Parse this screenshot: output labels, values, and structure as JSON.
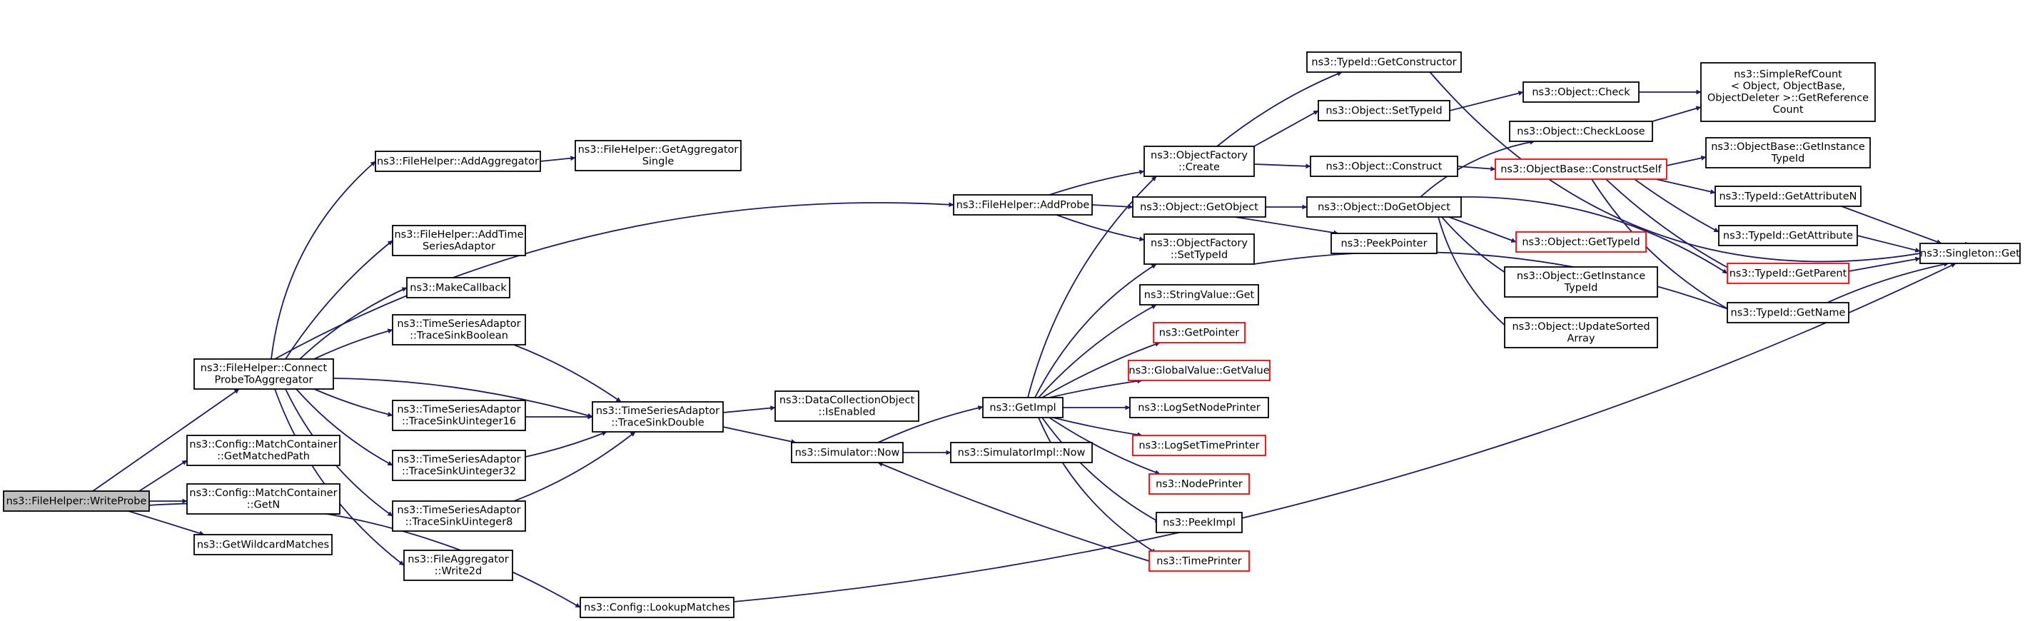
{
  "colors": {
    "edge": "#191970",
    "node_border": "#000000",
    "undocumented_border": "#ff0000",
    "root_fill": "#bfbfbf"
  },
  "nodes": [
    {
      "id": "writeprobe",
      "lines": [
        "ns3::FileHelper::WriteProbe"
      ],
      "style": "root"
    },
    {
      "id": "connectprobe",
      "lines": [
        "ns3::FileHelper::Connect",
        "ProbeToAggregator"
      ],
      "style": "normal"
    },
    {
      "id": "getmatchedpath",
      "lines": [
        "ns3::Config::MatchContainer",
        "::GetMatchedPath"
      ],
      "style": "normal"
    },
    {
      "id": "getn",
      "lines": [
        "ns3::Config::MatchContainer",
        "::GetN"
      ],
      "style": "normal"
    },
    {
      "id": "getwildcard",
      "lines": [
        "ns3::GetWildcardMatches"
      ],
      "style": "normal"
    },
    {
      "id": "lookupmatches",
      "lines": [
        "ns3::Config::LookupMatches"
      ],
      "style": "normal"
    },
    {
      "id": "addaggregator",
      "lines": [
        "ns3::FileHelper::AddAggregator"
      ],
      "style": "normal"
    },
    {
      "id": "getaggsingle",
      "lines": [
        "ns3::FileHelper::GetAggregator",
        "Single"
      ],
      "style": "normal"
    },
    {
      "id": "addtsadaptor",
      "lines": [
        "ns3::FileHelper::AddTime",
        "SeriesAdaptor"
      ],
      "style": "normal"
    },
    {
      "id": "makecallback",
      "lines": [
        "ns3::MakeCallback"
      ],
      "style": "normal"
    },
    {
      "id": "tsboolean",
      "lines": [
        "ns3::TimeSeriesAdaptor",
        "::TraceSinkBoolean"
      ],
      "style": "normal"
    },
    {
      "id": "tsu16",
      "lines": [
        "ns3::TimeSeriesAdaptor",
        "::TraceSinkUinteger16"
      ],
      "style": "normal"
    },
    {
      "id": "tsu32",
      "lines": [
        "ns3::TimeSeriesAdaptor",
        "::TraceSinkUinteger32"
      ],
      "style": "normal"
    },
    {
      "id": "tsu8",
      "lines": [
        "ns3::TimeSeriesAdaptor",
        "::TraceSinkUinteger8"
      ],
      "style": "normal"
    },
    {
      "id": "write2d",
      "lines": [
        "ns3::FileAggregator",
        "::Write2d"
      ],
      "style": "normal"
    },
    {
      "id": "tsdouble",
      "lines": [
        "ns3::TimeSeriesAdaptor",
        "::TraceSinkDouble"
      ],
      "style": "normal"
    },
    {
      "id": "isenabled",
      "lines": [
        "ns3::DataCollectionObject",
        "::IsEnabled"
      ],
      "style": "normal"
    },
    {
      "id": "simnow",
      "lines": [
        "ns3::Simulator::Now"
      ],
      "style": "normal"
    },
    {
      "id": "addprobe",
      "lines": [
        "ns3::FileHelper::AddProbe"
      ],
      "style": "normal"
    },
    {
      "id": "getimpl",
      "lines": [
        "ns3::GetImpl"
      ],
      "style": "normal"
    },
    {
      "id": "simimplnow",
      "lines": [
        "ns3::SimulatorImpl::Now"
      ],
      "style": "normal"
    },
    {
      "id": "ofcreate",
      "lines": [
        "ns3::ObjectFactory",
        "::Create"
      ],
      "style": "normal"
    },
    {
      "id": "objgetobject",
      "lines": [
        "ns3::Object::GetObject"
      ],
      "style": "normal"
    },
    {
      "id": "ofsettypeid",
      "lines": [
        "ns3::ObjectFactory",
        "::SetTypeId"
      ],
      "style": "normal"
    },
    {
      "id": "stringvalueget",
      "lines": [
        "ns3::StringValue::Get"
      ],
      "style": "normal"
    },
    {
      "id": "getpointer",
      "lines": [
        "ns3::GetPointer"
      ],
      "style": "red"
    },
    {
      "id": "globalvalueget",
      "lines": [
        "ns3::GlobalValue::GetValue"
      ],
      "style": "red"
    },
    {
      "id": "logsetnodeprinter",
      "lines": [
        "ns3::LogSetNodePrinter"
      ],
      "style": "normal"
    },
    {
      "id": "logsettimeprinter",
      "lines": [
        "ns3::LogSetTimePrinter"
      ],
      "style": "red"
    },
    {
      "id": "nodeprinter",
      "lines": [
        "ns3::NodePrinter"
      ],
      "style": "red"
    },
    {
      "id": "peekimpl",
      "lines": [
        "ns3::PeekImpl"
      ],
      "style": "normal"
    },
    {
      "id": "timeprinter",
      "lines": [
        "ns3::TimePrinter"
      ],
      "style": "red"
    },
    {
      "id": "typeidgetconstructor",
      "lines": [
        "ns3::TypeId::GetConstructor"
      ],
      "style": "normal"
    },
    {
      "id": "objsettypeid",
      "lines": [
        "ns3::Object::SetTypeId"
      ],
      "style": "normal"
    },
    {
      "id": "objconstruct",
      "lines": [
        "ns3::Object::Construct"
      ],
      "style": "normal"
    },
    {
      "id": "objdogetobject",
      "lines": [
        "ns3::Object::DoGetObject"
      ],
      "style": "normal"
    },
    {
      "id": "peekpointer",
      "lines": [
        "ns3::PeekPointer"
      ],
      "style": "normal"
    },
    {
      "id": "objcheck",
      "lines": [
        "ns3::Object::Check"
      ],
      "style": "normal"
    },
    {
      "id": "objcheckloose",
      "lines": [
        "ns3::Object::CheckLoose"
      ],
      "style": "normal"
    },
    {
      "id": "constructself",
      "lines": [
        "ns3::ObjectBase::ConstructSelf"
      ],
      "style": "red"
    },
    {
      "id": "objgettypeid",
      "lines": [
        "ns3::Object::GetTypeId"
      ],
      "style": "red"
    },
    {
      "id": "objgetinstancetypeid",
      "lines": [
        "ns3::Object::GetInstance",
        "TypeId"
      ],
      "style": "normal"
    },
    {
      "id": "objupdatesorted",
      "lines": [
        "ns3::Object::UpdateSorted",
        "Array"
      ],
      "style": "normal"
    },
    {
      "id": "simplerefcount",
      "lines": [
        "ns3::SimpleRefCount",
        "< Object, ObjectBase,",
        " ObjectDeleter >::GetReference",
        "Count"
      ],
      "style": "normal"
    },
    {
      "id": "objbasegetinstancetypeid",
      "lines": [
        "ns3::ObjectBase::GetInstance",
        "TypeId"
      ],
      "style": "normal"
    },
    {
      "id": "typeidgetattributen",
      "lines": [
        "ns3::TypeId::GetAttributeN"
      ],
      "style": "normal"
    },
    {
      "id": "typeidgetattribute",
      "lines": [
        "ns3::TypeId::GetAttribute"
      ],
      "style": "normal"
    },
    {
      "id": "typeidgetparent",
      "lines": [
        "ns3::TypeId::GetParent"
      ],
      "style": "red"
    },
    {
      "id": "typeidgetname",
      "lines": [
        "ns3::TypeId::GetName"
      ],
      "style": "normal"
    },
    {
      "id": "singletonget",
      "lines": [
        "ns3::Singleton::Get"
      ],
      "style": "normal"
    }
  ],
  "edges": [
    [
      "writeprobe",
      "connectprobe"
    ],
    [
      "writeprobe",
      "getmatchedpath"
    ],
    [
      "writeprobe",
      "getn"
    ],
    [
      "writeprobe",
      "getwildcard"
    ],
    [
      "writeprobe",
      "lookupmatches"
    ],
    [
      "connectprobe",
      "addaggregator"
    ],
    [
      "connectprobe",
      "addprobe"
    ],
    [
      "connectprobe",
      "addtsadaptor"
    ],
    [
      "connectprobe",
      "makecallback"
    ],
    [
      "connectprobe",
      "tsboolean"
    ],
    [
      "connectprobe",
      "tsdouble"
    ],
    [
      "connectprobe",
      "tsu16"
    ],
    [
      "connectprobe",
      "tsu32"
    ],
    [
      "connectprobe",
      "tsu8"
    ],
    [
      "connectprobe",
      "write2d"
    ],
    [
      "addaggregator",
      "getaggsingle"
    ],
    [
      "tsboolean",
      "tsdouble"
    ],
    [
      "tsu16",
      "tsdouble"
    ],
    [
      "tsu32",
      "tsdouble"
    ],
    [
      "tsu8",
      "tsdouble"
    ],
    [
      "tsdouble",
      "isenabled"
    ],
    [
      "tsdouble",
      "simnow"
    ],
    [
      "simnow",
      "getimpl"
    ],
    [
      "simnow",
      "simimplnow"
    ],
    [
      "addprobe",
      "ofcreate"
    ],
    [
      "addprobe",
      "objgetobject"
    ],
    [
      "addprobe",
      "ofsettypeid"
    ],
    [
      "getimpl",
      "ofcreate"
    ],
    [
      "getimpl",
      "ofsettypeid"
    ],
    [
      "getimpl",
      "stringvalueget"
    ],
    [
      "getimpl",
      "getpointer"
    ],
    [
      "getimpl",
      "globalvalueget"
    ],
    [
      "getimpl",
      "logsetnodeprinter"
    ],
    [
      "getimpl",
      "logsettimeprinter"
    ],
    [
      "getimpl",
      "nodeprinter"
    ],
    [
      "getimpl",
      "peekimpl"
    ],
    [
      "getimpl",
      "timeprinter"
    ],
    [
      "timeprinter",
      "simnow"
    ],
    [
      "ofcreate",
      "typeidgetconstructor"
    ],
    [
      "ofcreate",
      "objsettypeid"
    ],
    [
      "ofcreate",
      "objconstruct"
    ],
    [
      "objgetobject",
      "objdogetobject"
    ],
    [
      "objgetobject",
      "peekpointer"
    ],
    [
      "ofsettypeid",
      "typeidgetname"
    ],
    [
      "typeidgetconstructor",
      "singletonget"
    ],
    [
      "objsettypeid",
      "objcheck"
    ],
    [
      "objcheck",
      "simplerefcount"
    ],
    [
      "objcheckloose",
      "simplerefcount"
    ],
    [
      "objconstruct",
      "constructself"
    ],
    [
      "objdogetobject",
      "objcheckloose"
    ],
    [
      "objdogetobject",
      "objgettypeid"
    ],
    [
      "objdogetobject",
      "objgetinstancetypeid"
    ],
    [
      "objdogetobject",
      "objupdatesorted"
    ],
    [
      "objdogetobject",
      "typeidgetparent"
    ],
    [
      "constructself",
      "objbasegetinstancetypeid"
    ],
    [
      "constructself",
      "typeidgetattributen"
    ],
    [
      "constructself",
      "typeidgetattribute"
    ],
    [
      "constructself",
      "typeidgetparent"
    ],
    [
      "constructself",
      "typeidgetname"
    ],
    [
      "typeidgetattributen",
      "singletonget"
    ],
    [
      "typeidgetattribute",
      "singletonget"
    ],
    [
      "typeidgetparent",
      "singletonget"
    ],
    [
      "typeidgetname",
      "singletonget"
    ],
    [
      "lookupmatches",
      "singletonget"
    ]
  ]
}
